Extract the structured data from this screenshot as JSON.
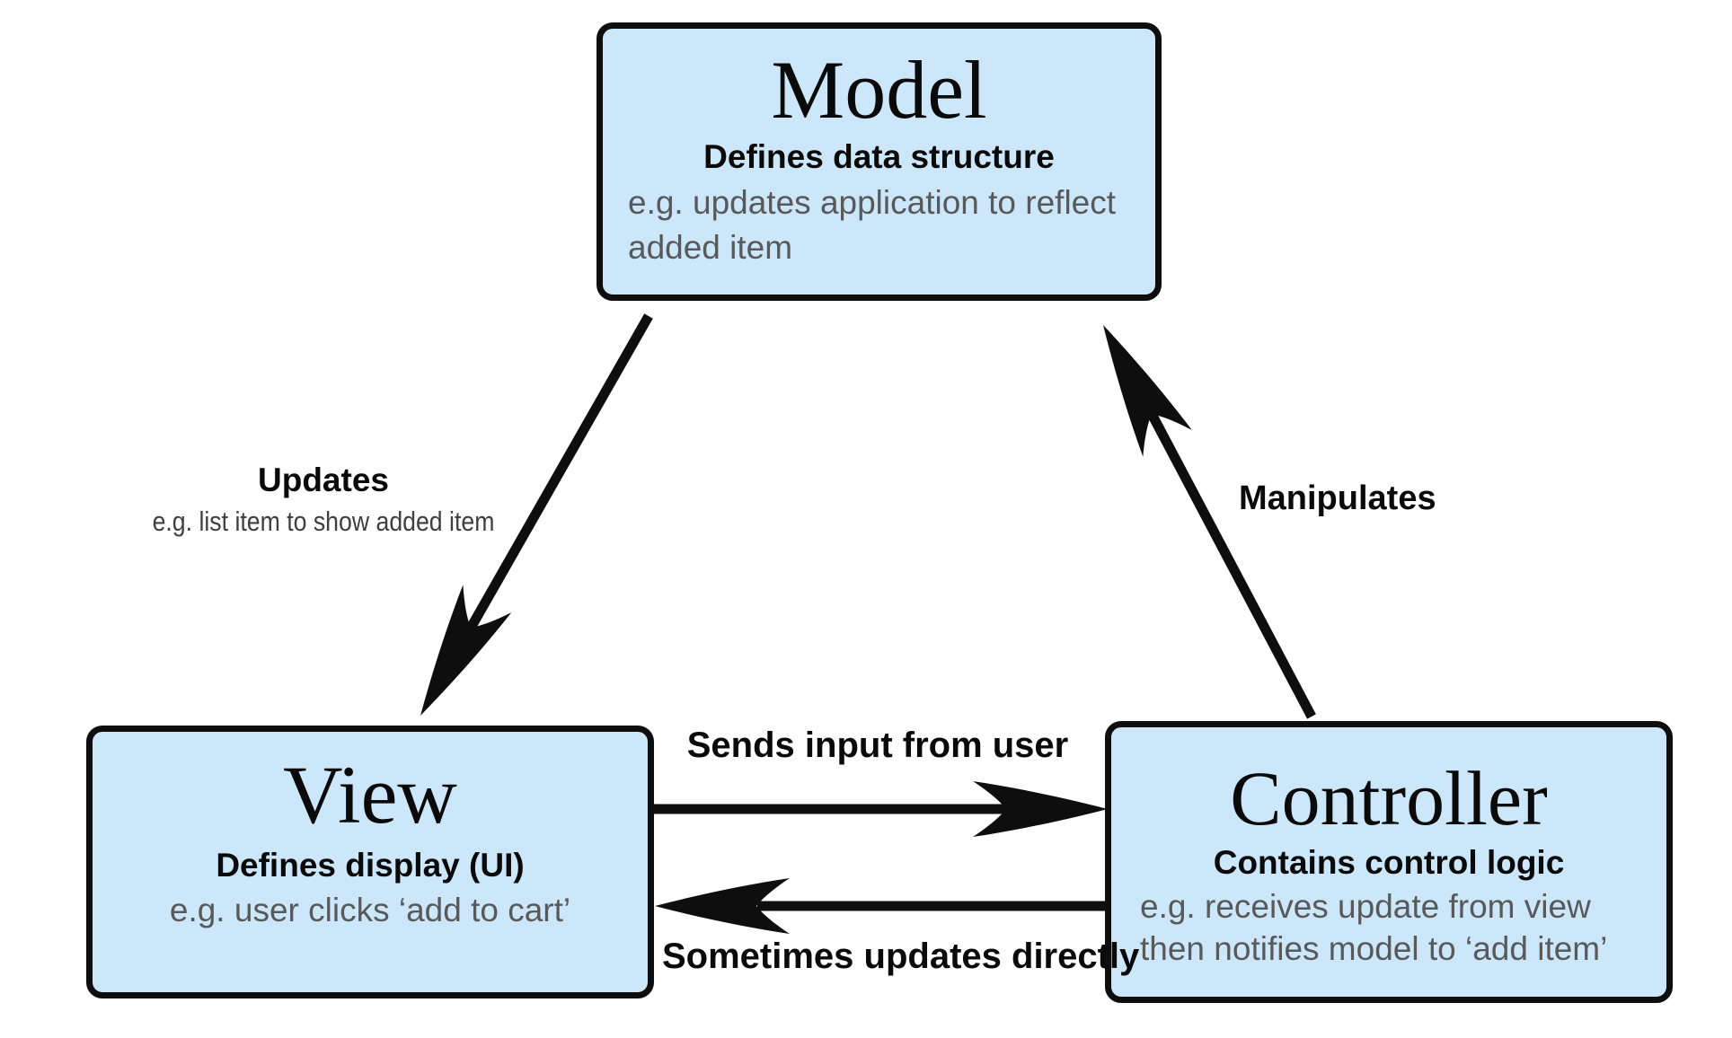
{
  "colors": {
    "node_fill": "#cde7fa",
    "node_border": "#0e0e0e",
    "arrow": "#0e0e0e",
    "title_text": "#0a0a0a",
    "example_text": "#58595b",
    "sublabel_text": "#3f3f3f",
    "background": "#ffffff"
  },
  "nodes": {
    "model": {
      "title": "Model",
      "subtitle": "Defines data structure",
      "example_lines": [
        "e.g. updates application to reflect",
        "added item"
      ]
    },
    "view": {
      "title": "View",
      "subtitle": "Defines display (UI)",
      "example_lines": [
        "e.g. user clicks ‘add to cart’"
      ]
    },
    "controller": {
      "title": "Controller",
      "subtitle": "Contains control logic",
      "example_lines": [
        "e.g. receives update from view",
        "then notifies model to ‘add item’"
      ]
    }
  },
  "edges": {
    "updates": {
      "label": "Updates",
      "sublabel": "e.g. list item to show added item",
      "from": "Model",
      "to": "View"
    },
    "manipulates": {
      "label": "Manipulates",
      "from": "Controller",
      "to": "Model"
    },
    "sends_input": {
      "label": "Sends input from user",
      "from": "View",
      "to": "Controller"
    },
    "updates_directly": {
      "label": "Sometimes updates directly",
      "from": "Controller",
      "to": "View"
    }
  }
}
